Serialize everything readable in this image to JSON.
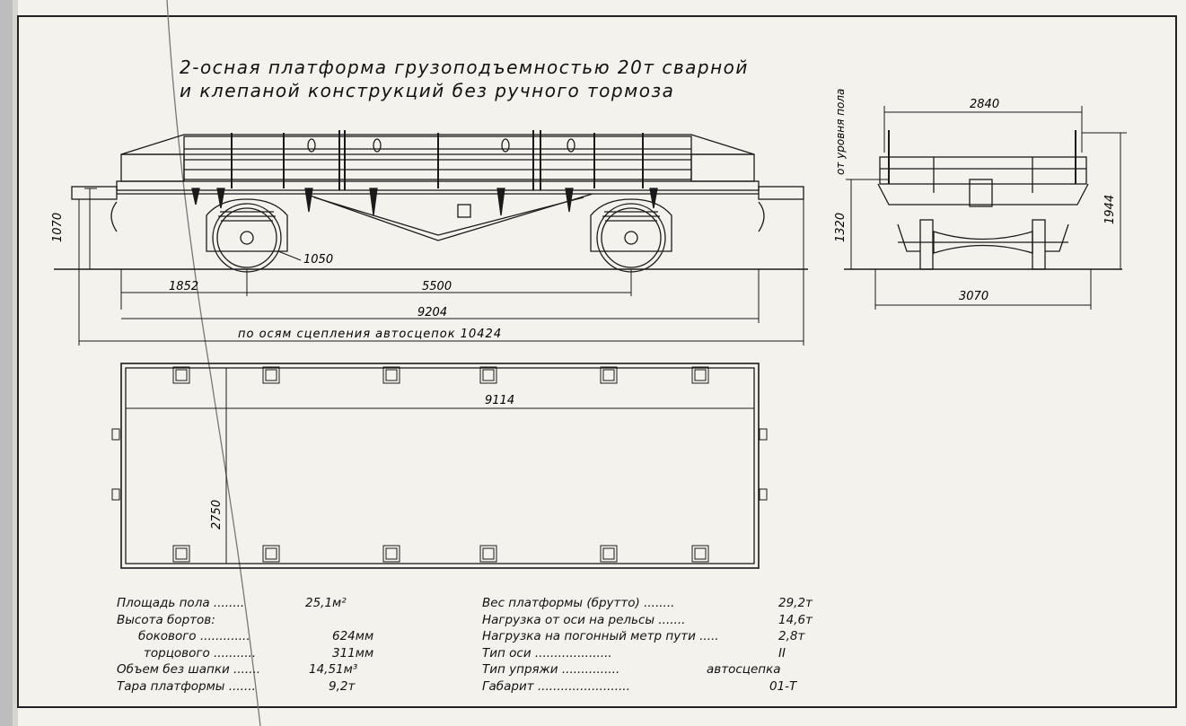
{
  "title": {
    "line1": "2-осная платформа грузоподъемностью 20т сварной",
    "line2": "и клепаной конструкций без ручного тормоза"
  },
  "side_view": {
    "height_label": "1070",
    "wheel_label": "1050",
    "dim_1852": "1852",
    "dim_5500": "5500",
    "dim_9204": "9204",
    "coupler_label": "по осям сцепления автосцепок 10424"
  },
  "end_view": {
    "width_top": "2840",
    "width_bottom": "3070",
    "height_right": "1944",
    "height_left": "1320",
    "floor_level_label": "от уровня пола"
  },
  "plan_view": {
    "length": "9114",
    "width": "2750"
  },
  "specs_left": [
    {
      "label": "Площадь пола ........ ",
      "value": "25,1м²"
    },
    {
      "label": "Высота бортов:",
      "value": ""
    },
    {
      "label": "бокового ............. ",
      "value": "624мм"
    },
    {
      "label": "торцового ........... ",
      "value": "311мм"
    },
    {
      "label": "Объем без шапки ....... ",
      "value": "14,51м³"
    },
    {
      "label": "Тара платформы ....... ",
      "value": "9,2т"
    }
  ],
  "specs_right": [
    {
      "label": "Вес платформы (брутто) ........ ",
      "value": "29,2т"
    },
    {
      "label": "Нагрузка от оси на рельсы ....... ",
      "value": "14,6т"
    },
    {
      "label": "Нагрузка на погонный метр пути ..... ",
      "value": "2,8т"
    },
    {
      "label": "Тип оси .................... ",
      "value": "II"
    },
    {
      "label": "Тип упряжи ............... ",
      "value": "автосцепка"
    },
    {
      "label": "Габарит ........................ ",
      "value": "01-Т"
    }
  ]
}
